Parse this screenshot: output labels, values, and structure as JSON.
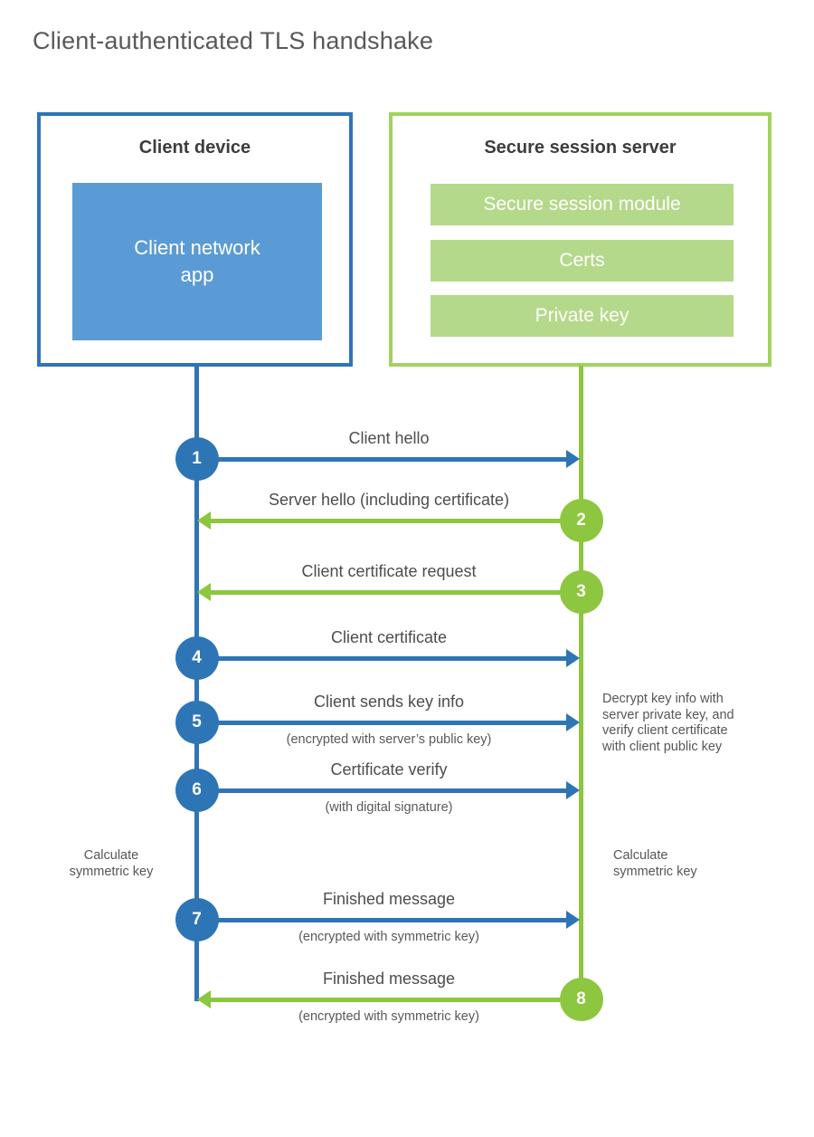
{
  "page": {
    "title": "Client-authenticated TLS handshake"
  },
  "colors": {
    "blue": "#2e75b6",
    "blue_fill": "#5b9bd5",
    "green": "#8dc63f",
    "green_border": "#a0d35f",
    "green_fill": "#b5d98b"
  },
  "client": {
    "title": "Client device",
    "app_label": "Client network\napp"
  },
  "server": {
    "title": "Secure session server",
    "modules": [
      "Secure session module",
      "Certs",
      "Private key"
    ]
  },
  "steps": [
    {
      "num": "1",
      "label": "Client hello",
      "sub": "",
      "from": "client"
    },
    {
      "num": "2",
      "label": "Server hello (including certificate)",
      "sub": "",
      "from": "server"
    },
    {
      "num": "3",
      "label": "Client certificate request",
      "sub": "",
      "from": "server"
    },
    {
      "num": "4",
      "label": "Client certificate",
      "sub": "",
      "from": "client"
    },
    {
      "num": "5",
      "label": "Client sends key info",
      "sub": "(encrypted with server’s public key)",
      "from": "client"
    },
    {
      "num": "6",
      "label": "Certificate verify",
      "sub": "(with digital signature)",
      "from": "client"
    },
    {
      "num": "7",
      "label": "Finished message",
      "sub": "(encrypted with symmetric key)",
      "from": "client"
    },
    {
      "num": "8",
      "label": "Finished message",
      "sub": "(encrypted with symmetric key)",
      "from": "server"
    }
  ],
  "annotations": {
    "decrypt": "Decrypt key info with\nserver private key, and\nverify client certificate\nwith client public key",
    "calc_left": "Calculate\nsymmetric key",
    "calc_right": "Calculate\nsymmetric key"
  }
}
